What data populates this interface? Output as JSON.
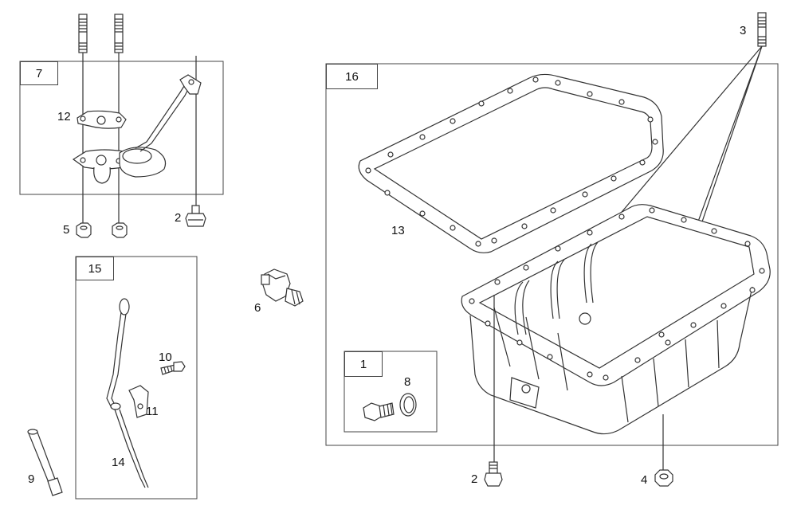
{
  "groups": {
    "g7": "7",
    "g15": "15",
    "g16": "16",
    "g1": "1"
  },
  "callouts": {
    "c12": "12",
    "c5": "5",
    "c2a": "2",
    "c6": "6",
    "c3": "3",
    "c13": "13",
    "c10": "10",
    "c11": "11",
    "c14": "14",
    "c9": "9",
    "c8": "8",
    "c2b": "2",
    "c4": "4"
  }
}
